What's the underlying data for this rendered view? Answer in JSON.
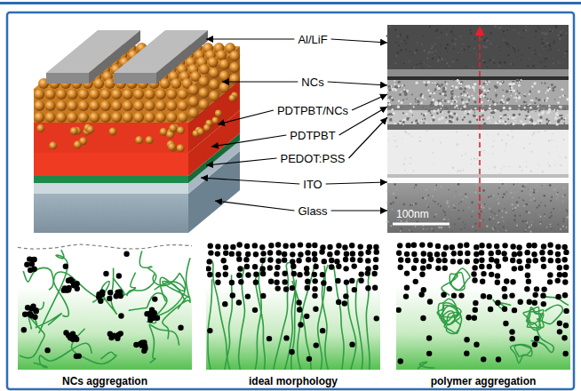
{
  "diagram": {
    "nodes": [
      {
        "text": [
          "NCs aggregation"
        ]
      },
      {
        "text": [
          "ideal morphology"
        ]
      },
      {
        "text": [
          "polymer aggregation"
        ]
      }
    ],
    "labels": [
      "Al/LiF",
      "NCs",
      "PDTPBT/NCs",
      "PDTPBT",
      "PEDOT:PSS",
      "ITO",
      "Glass",
      "100nm"
    ]
  }
}
